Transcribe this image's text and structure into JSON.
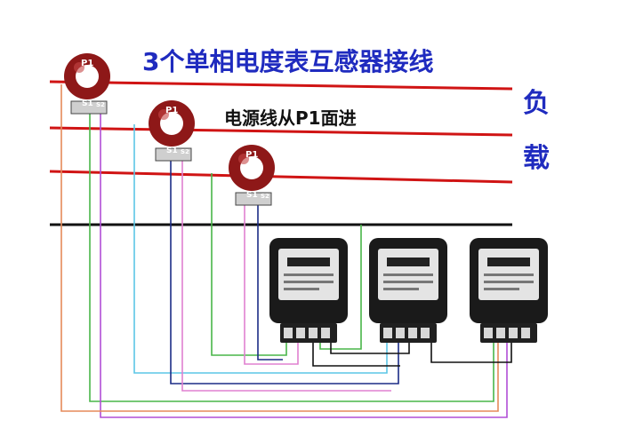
{
  "title": "3个单相电度表互感器接线",
  "source_note": "电源线从P1面进",
  "load_label": [
    "负",
    "载"
  ],
  "ct_labels": {
    "p1": "P1",
    "s1": "S1",
    "s2": "S2"
  },
  "colors": {
    "title_text": "#1f2bbf",
    "phase_line": "#d01414",
    "neutral_line": "#111111",
    "ct_body": "#8e1818",
    "meter_body": "#1a1a1a",
    "wire_green": "#49b649",
    "wire_cyan": "#5cc6e6",
    "wire_purple": "#b04ed6",
    "wire_orange": "#e58a5a",
    "wire_navy": "#1c2c86",
    "wire_pink": "#e080d0",
    "wire_black": "#111111"
  }
}
